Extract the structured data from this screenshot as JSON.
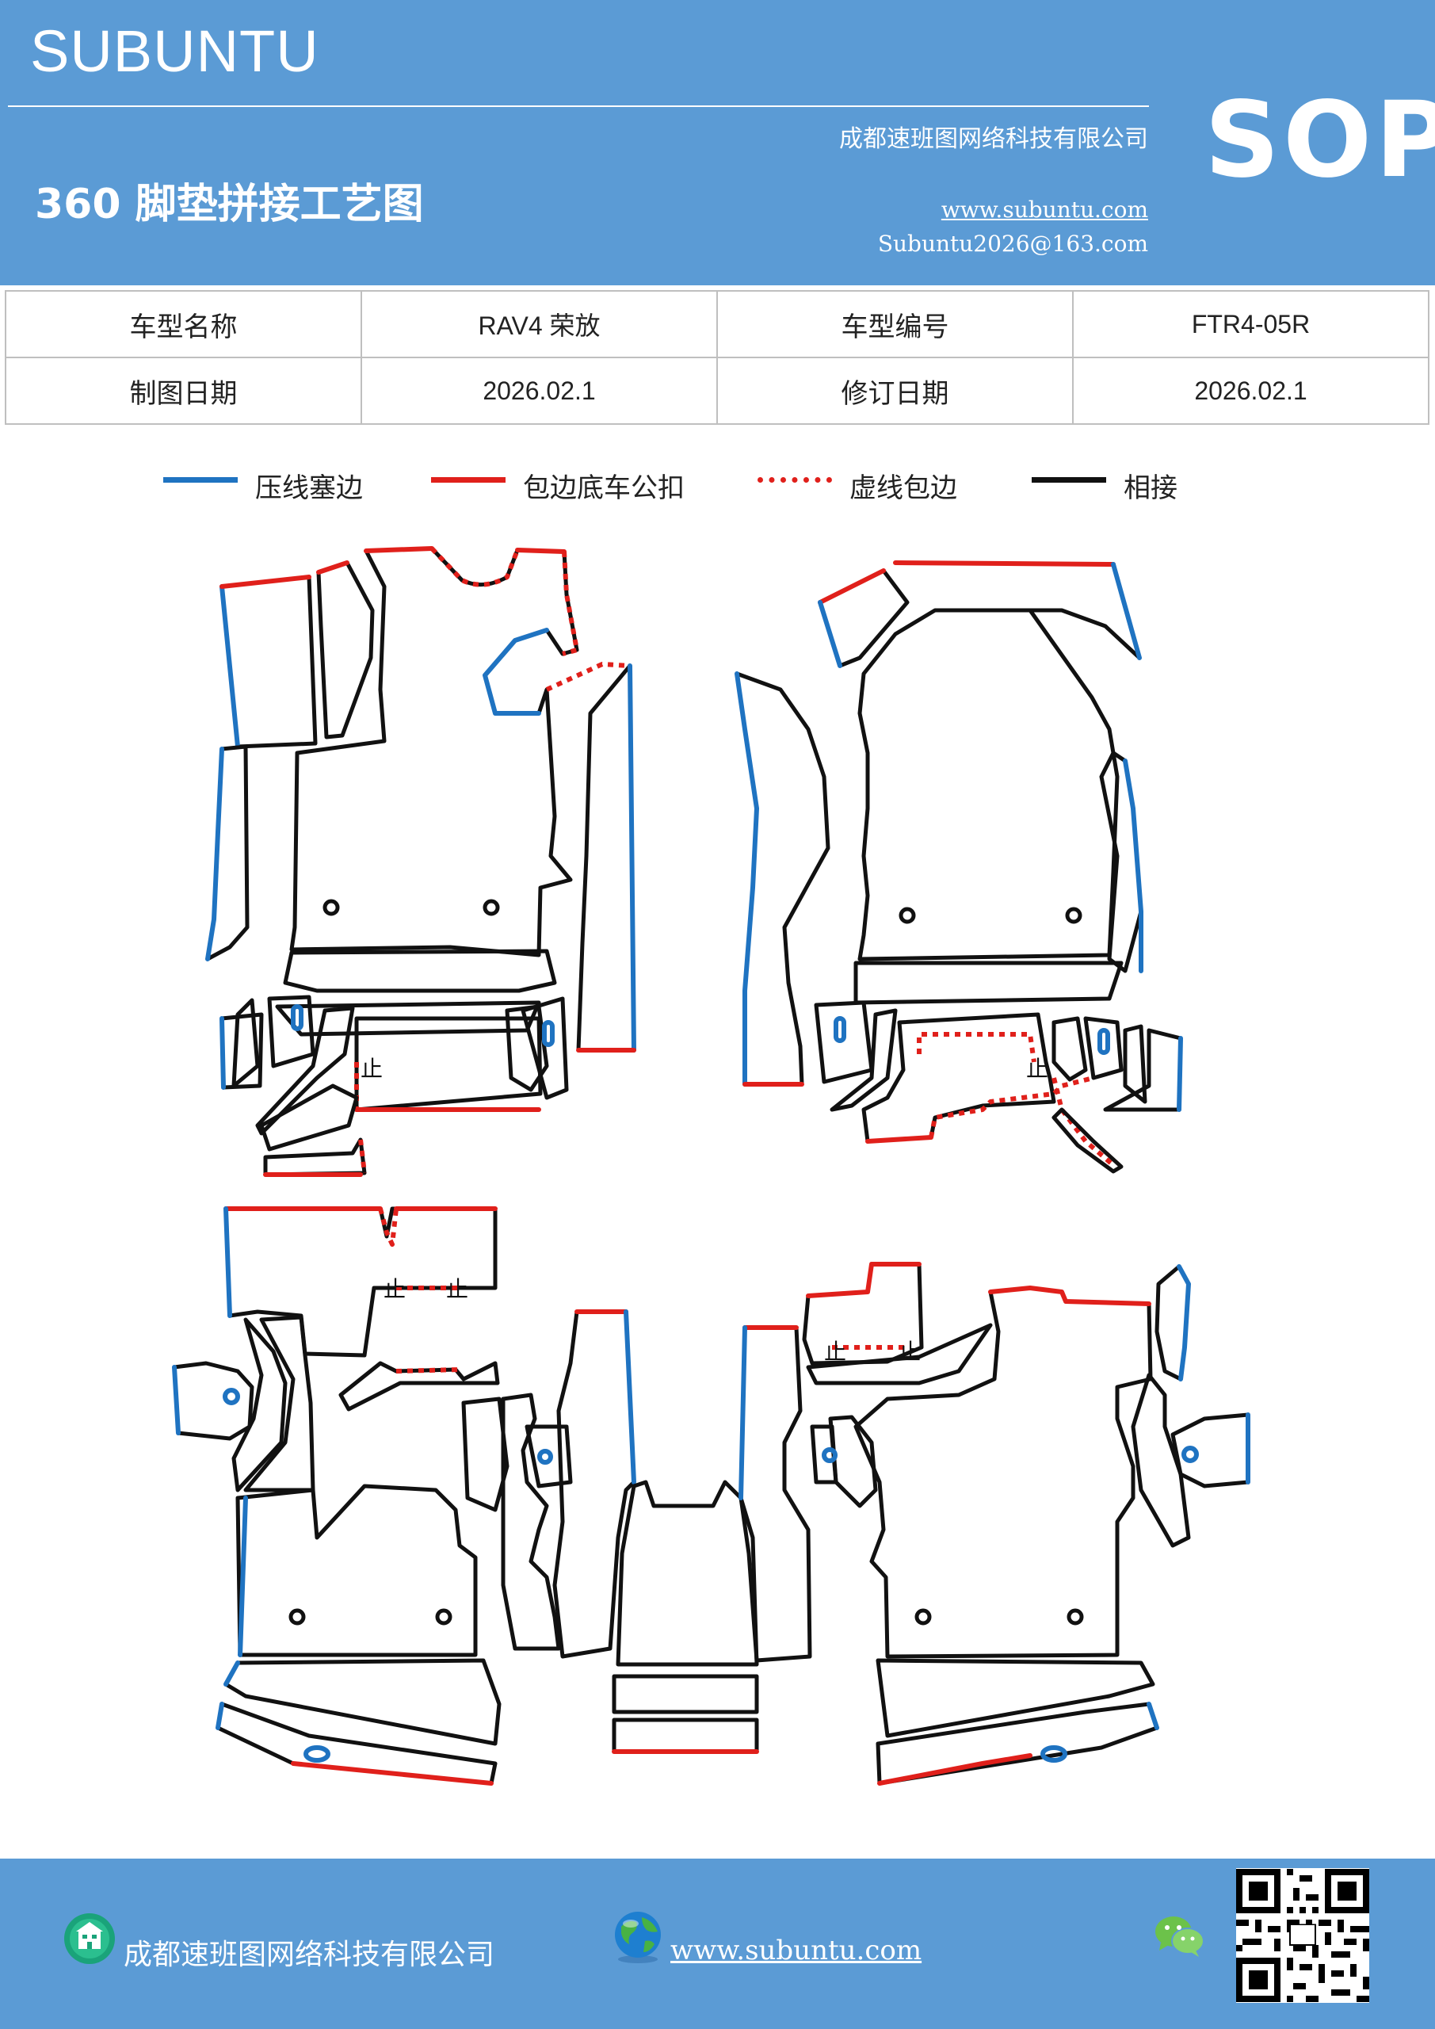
{
  "header": {
    "brand": "SUBUNTU",
    "company": "成都速班图网络科技有限公司",
    "title": "360 脚垫拼接工艺图",
    "website": "www.subuntu.com",
    "email": "Subuntu2026@163.com",
    "badge": "SOP"
  },
  "info_table": {
    "rows": [
      [
        {
          "label": "车型名称"
        },
        {
          "value": "RAV4 荣放"
        },
        {
          "label": "车型编号"
        },
        {
          "value": "FTR4-05R"
        }
      ],
      [
        {
          "label": "制图日期"
        },
        {
          "value": "2026.02.1"
        },
        {
          "label": "修订日期"
        },
        {
          "value": "2026.02.1"
        }
      ]
    ]
  },
  "legend": [
    {
      "label": "压线塞边",
      "color": "#1f73c1",
      "style": "solid"
    },
    {
      "label": "包边底车公扣",
      "color": "#e0201b",
      "style": "solid"
    },
    {
      "label": "虚线包边",
      "color": "#e0201b",
      "style": "dotted"
    },
    {
      "label": "相接",
      "color": "#111111",
      "style": "solid"
    }
  ],
  "footer": {
    "company": "成都速班图网络科技有限公司",
    "website": "www.subuntu.com",
    "icons": [
      "building-icon",
      "globe-icon",
      "wechat-icon",
      "qr-code"
    ]
  }
}
